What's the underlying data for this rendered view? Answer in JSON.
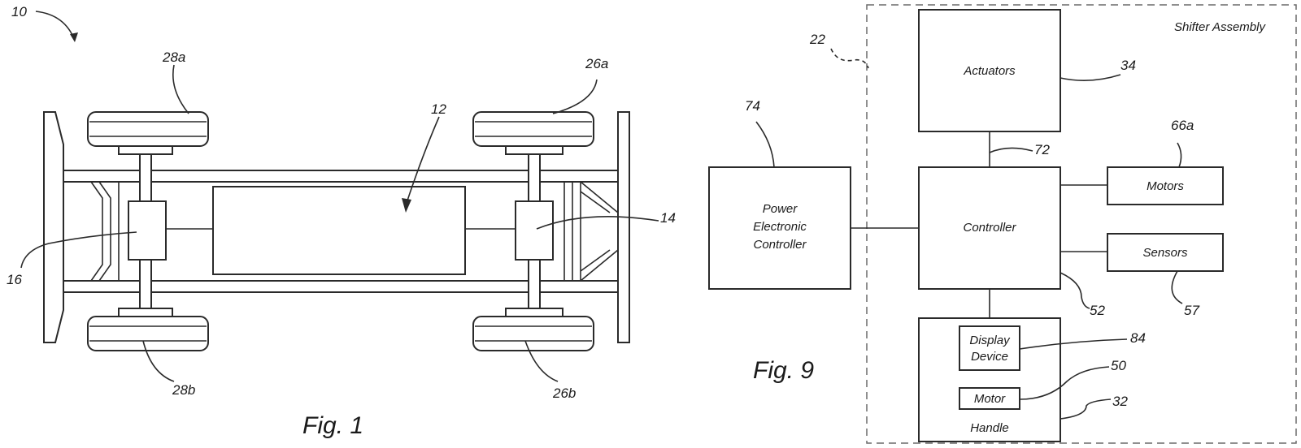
{
  "fig1": {
    "caption": "Fig. 1",
    "refs": {
      "vehicle": "10",
      "battery": "12",
      "front_axle": "14",
      "rear_axle": "16",
      "wheel_front_top": "26a",
      "wheel_front_bottom": "26b",
      "wheel_rear_top": "28a",
      "wheel_rear_bottom": "28b"
    }
  },
  "fig9": {
    "caption": "Fig. 9",
    "assembly_label": "Shifter Assembly",
    "refs": {
      "assembly": "22",
      "actuators": "34",
      "link": "72",
      "pec": "74",
      "motors": "66a",
      "controller": "52",
      "sensors": "57",
      "display": "84",
      "handle_motor": "50",
      "handle": "32"
    },
    "blocks": {
      "actuators": "Actuators",
      "pec_line1": "Power",
      "pec_line2": "Electronic",
      "pec_line3": "Controller",
      "controller": "Controller",
      "motors": "Motors",
      "sensors": "Sensors",
      "display_line1": "Display",
      "display_line2": "Device",
      "handle_motor": "Motor",
      "handle": "Handle"
    }
  }
}
